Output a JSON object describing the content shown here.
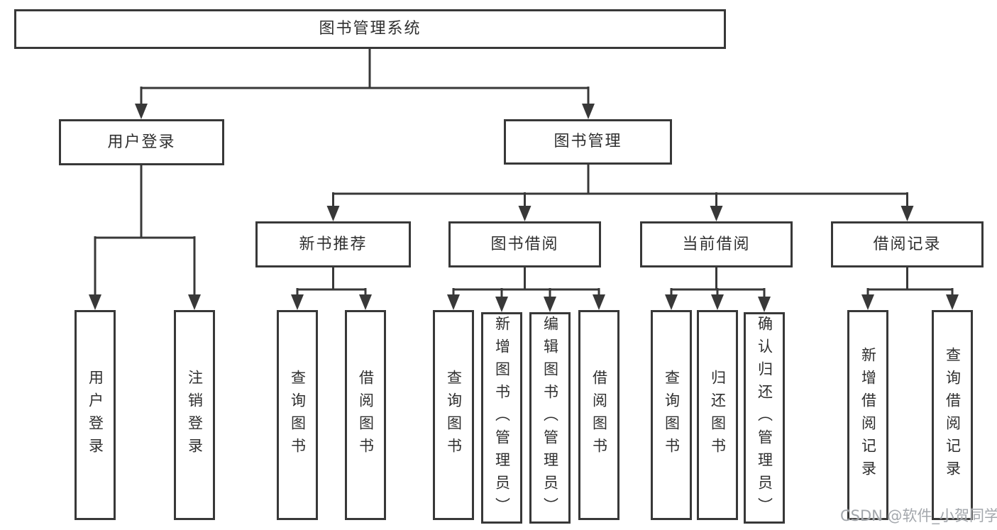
{
  "diagram": {
    "tree": {
      "label": "图书管理系统",
      "children": [
        {
          "label": "用户登录",
          "children": [
            {
              "label": "用户登录"
            },
            {
              "label": "注销登录"
            }
          ]
        },
        {
          "label": "图书管理",
          "children": [
            {
              "label": "新书推荐",
              "children": [
                {
                  "label": "查询图书"
                },
                {
                  "label": "借阅图书"
                }
              ]
            },
            {
              "label": "图书借阅",
              "children": [
                {
                  "label": "查询图书"
                },
                {
                  "label": "新增图书（管理员）"
                },
                {
                  "label": "编辑图书（管理员）"
                },
                {
                  "label": "借阅图书"
                }
              ]
            },
            {
              "label": "当前借阅",
              "children": [
                {
                  "label": "查询图书"
                },
                {
                  "label": "归还图书"
                },
                {
                  "label": "确认归还（管理员）"
                }
              ]
            },
            {
              "label": "借阅记录",
              "children": [
                {
                  "label": "新增借阅记录"
                },
                {
                  "label": "查询借阅记录"
                }
              ]
            }
          ]
        }
      ]
    },
    "colors": {
      "line": "#383838",
      "text": "#2f2f2f",
      "box_background": "#ffffff",
      "watermark": "#9ea2a8"
    },
    "watermark": "CSDN @软件_小贺同学"
  }
}
